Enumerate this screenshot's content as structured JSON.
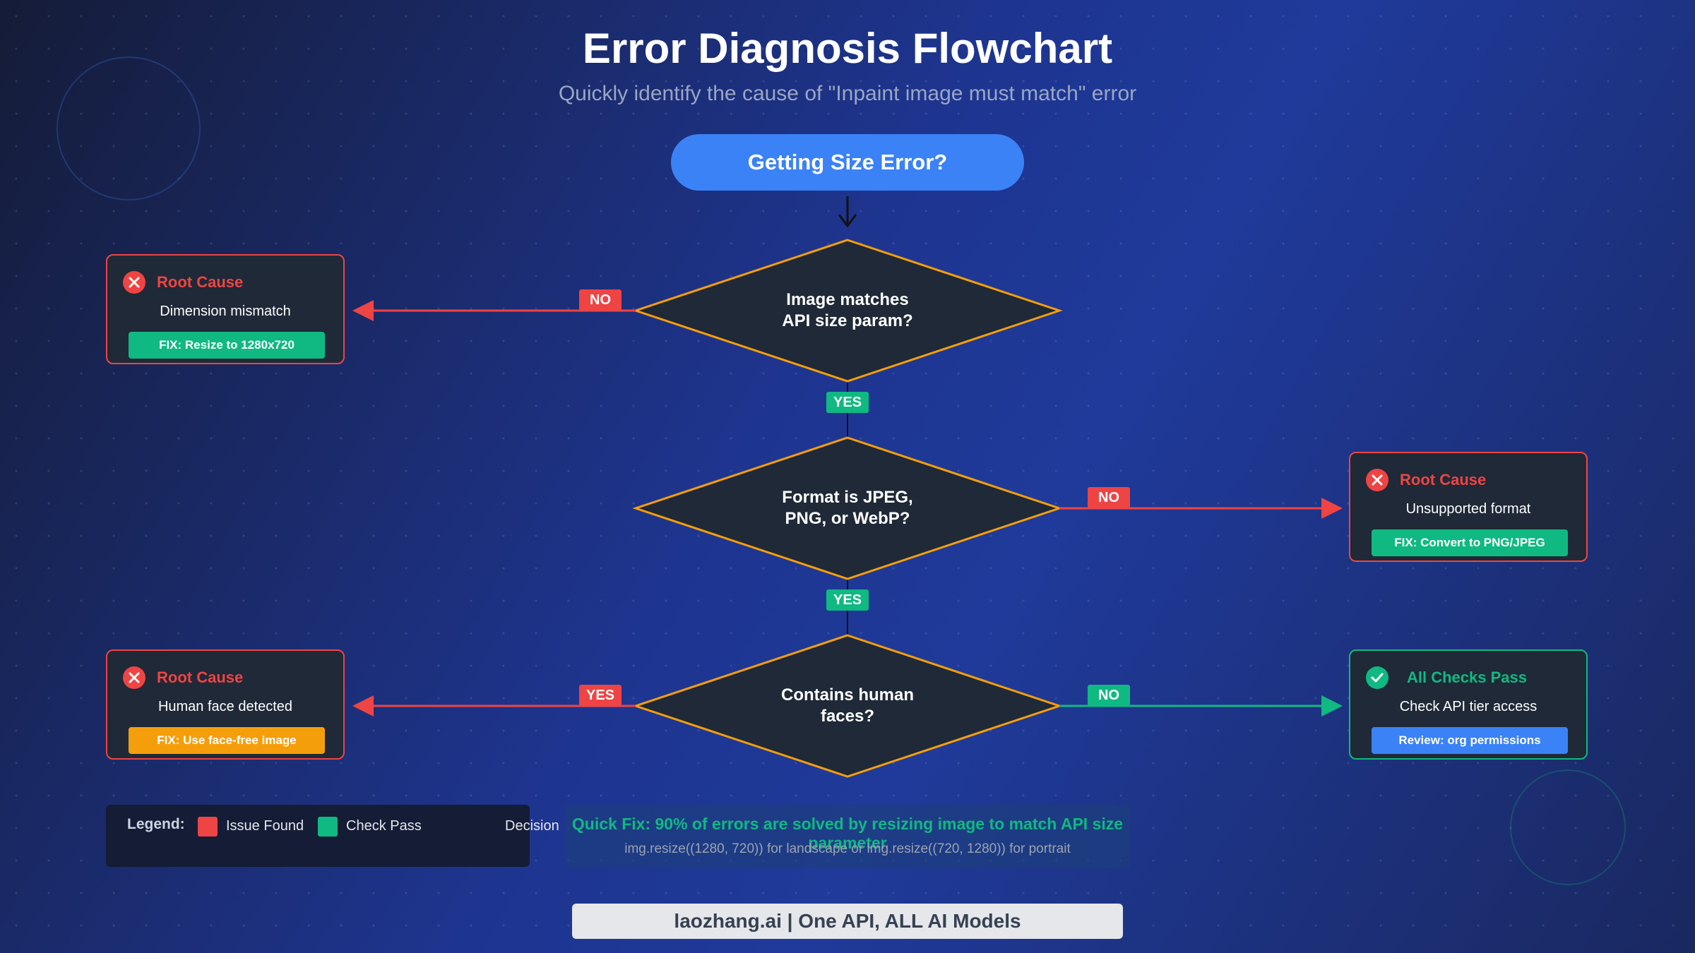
{
  "header": {
    "title": "Error Diagnosis Flowchart",
    "subtitle": "Quickly identify the cause of \"Inpaint image must match\" error"
  },
  "start": {
    "label": "Getting Size Error?"
  },
  "decisions": [
    {
      "line1": "Image matches",
      "line2": "API size param?"
    },
    {
      "line1": "Format is JPEG,",
      "line2": "PNG, or WebP?"
    },
    {
      "line1": "Contains human",
      "line2": "faces?"
    }
  ],
  "edges": {
    "d1_no": "NO",
    "d1_yes": "YES",
    "d2_no": "NO",
    "d2_yes": "YES",
    "d3_yes": "YES",
    "d3_no": "NO"
  },
  "cards": {
    "dimension": {
      "title": "Root Cause",
      "desc": "Dimension mismatch",
      "fix": "FIX: Resize to 1280x720",
      "fix_color": "#10b981"
    },
    "format": {
      "title": "Root Cause",
      "desc": "Unsupported format",
      "fix": "FIX: Convert to PNG/JPEG",
      "fix_color": "#10b981"
    },
    "face": {
      "title": "Root Cause",
      "desc": "Human face detected",
      "fix": "FIX: Use face-free image",
      "fix_color": "#f59e0b"
    },
    "pass": {
      "title": "All Checks Pass",
      "desc": "Check API tier access",
      "fix": "Review: org permissions",
      "fix_color": "#3b82f6"
    }
  },
  "legend": {
    "title": "Legend:",
    "issue": "Issue Found",
    "pass": "Check Pass",
    "decision": "Decision"
  },
  "quickfix": {
    "title": "Quick Fix: 90% of errors are solved by resizing image to match API size parameter",
    "code": "img.resize((1280, 720)) for landscape or img.resize((720, 1280)) for portrait"
  },
  "footer": {
    "text": "laozhang.ai | One API, ALL AI Models"
  },
  "colors": {
    "issue": "#ef4444",
    "pass": "#10b981",
    "decision_border": "#f59e0b",
    "decision_fill": "#1f2937",
    "start": "#3b82f6"
  }
}
